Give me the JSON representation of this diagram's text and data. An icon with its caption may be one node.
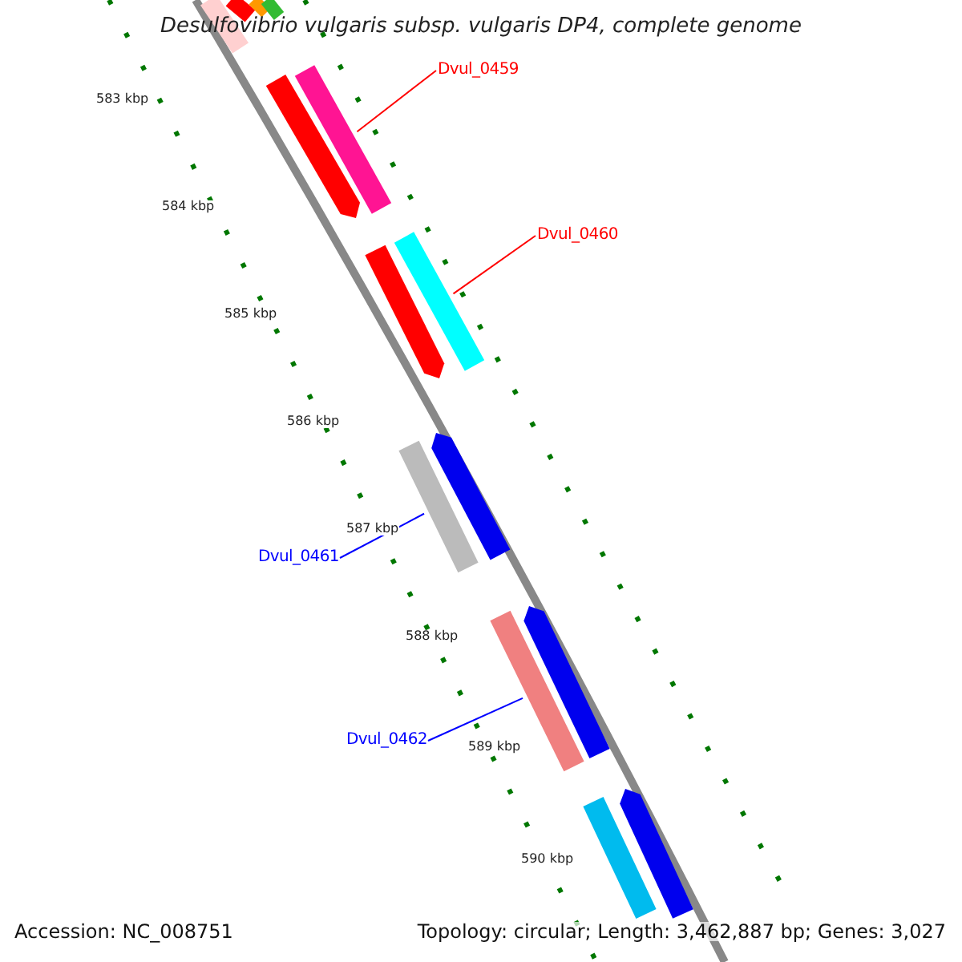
{
  "diagram": {
    "title": "Desulfovibrio vulgaris subsp. vulgaris DP4, complete genome",
    "nodes": [
      {
        "text": [
          "Dvul_0459"
        ]
      },
      {
        "text": [],
        "shape": "bar"
      },
      {
        "text": [
          "Dvul_0460"
        ]
      },
      {
        "text": [],
        "shape": "bar"
      },
      {
        "text": [],
        "shape": "bar"
      },
      {
        "text": [
          "Dvul_0461"
        ]
      },
      {
        "text": [],
        "shape": "bar"
      },
      {
        "text": [
          "Dvul_0462"
        ]
      },
      {
        "text": [],
        "shape": "bar"
      },
      {
        "text": [],
        "shape": "bar"
      }
    ],
    "edges": [
      {
        "from": 0,
        "to": 1,
        "arrow": "none",
        "color": "#ff0000"
      },
      {
        "from": 2,
        "to": 3,
        "arrow": "none",
        "color": "#ff0000"
      },
      {
        "from": 5,
        "to": 4,
        "arrow": "none",
        "color": "#0000ff"
      },
      {
        "from": 7,
        "to": 6,
        "arrow": "none",
        "color": "#0000ff"
      }
    ],
    "labels": [
      "583 kbp",
      "584 kbp",
      "585 kbp",
      "586 kbp",
      "587 kbp",
      "588 kbp",
      "589 kbp",
      "590 kbp",
      "Accession: NC_008751",
      "Topology: circular; Length: 3,462,887 bp; Genes: 3,027"
    ]
  }
}
